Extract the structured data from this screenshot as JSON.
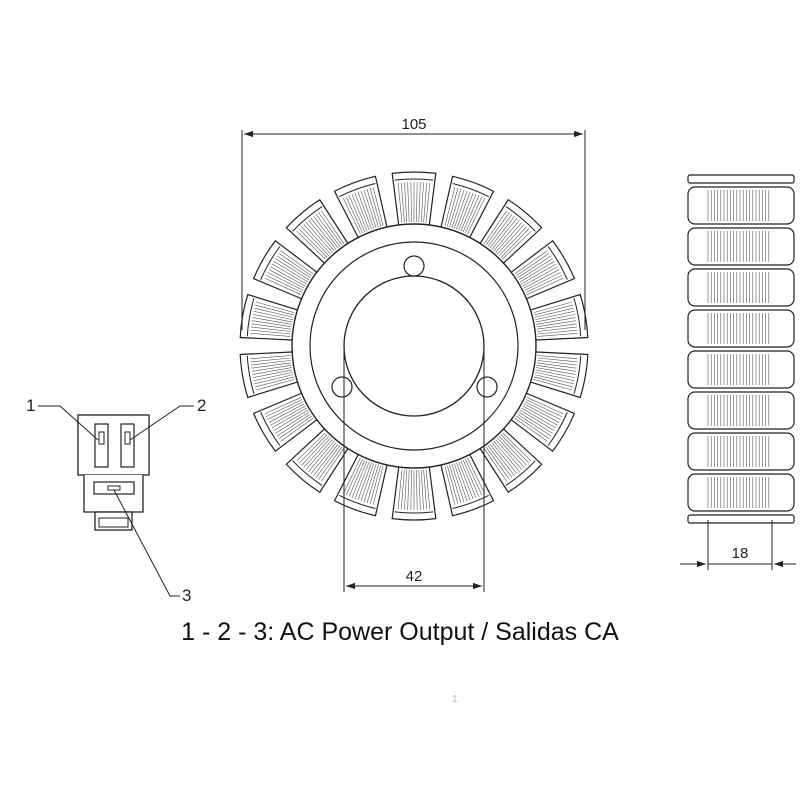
{
  "dimensions": {
    "outer_diameter": "105",
    "inner_diameter": "42",
    "thickness": "18"
  },
  "connector": {
    "pin_labels": [
      "1",
      "2",
      "3"
    ]
  },
  "caption": "1 - 2 - 3: AC Power Output / Salidas CA",
  "stator": {
    "pole_count": 18,
    "side_pole_count": 8
  },
  "faint_mark": "1"
}
